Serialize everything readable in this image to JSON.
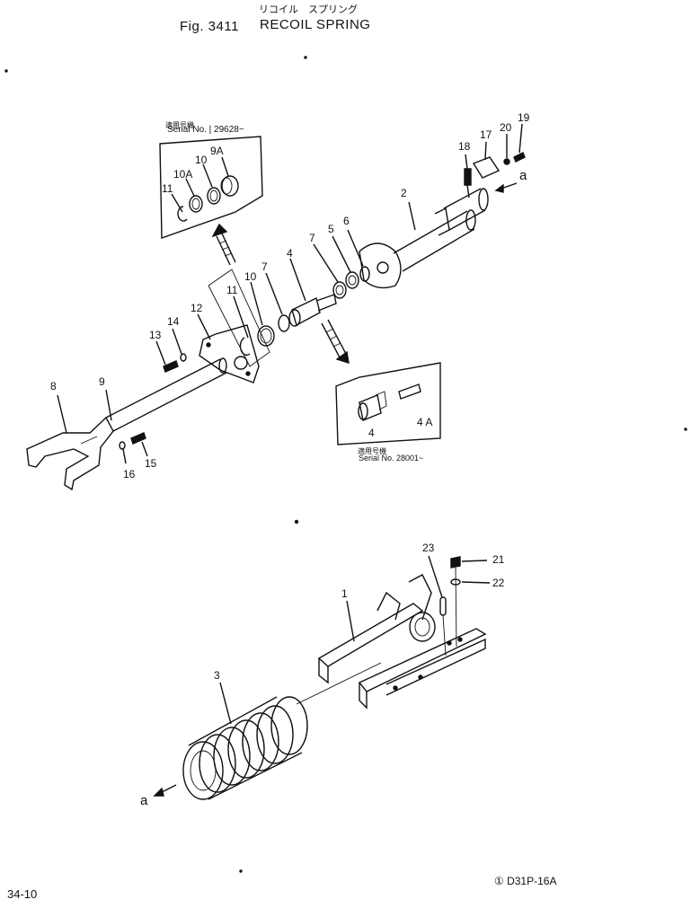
{
  "header": {
    "fig_label": "Fig. 3411",
    "title_jp": "リコイル　スプリング",
    "title_en": "RECOIL  SPRING"
  },
  "insets": {
    "top": {
      "serial_jp": "適用号機",
      "serial_line": "Serial  No. |  29628~"
    },
    "bottom": {
      "serial_jp": "適用号機",
      "serial_line": "Serial  No. 28001~"
    }
  },
  "callouts": {
    "c1": "1",
    "c2": "2",
    "c3": "3",
    "c4": "4",
    "c4_inset": "4",
    "c4a": "4 A",
    "c5": "5",
    "c6": "6",
    "c7": "7",
    "c7b": "7",
    "c8": "8",
    "c9": "9",
    "c9a": "9A",
    "c10": "10",
    "c10b": "10",
    "c10a": "10A",
    "c11": "11",
    "c11b": "11",
    "c12": "12",
    "c13": "13",
    "c14": "14",
    "c15": "15",
    "c16": "16",
    "c17": "17",
    "c18": "18",
    "c19": "19",
    "c20": "20",
    "c21": "21",
    "c22": "22",
    "c23": "23",
    "a_top": "a",
    "a_bottom": "a"
  },
  "footer": {
    "page_number": "34-10",
    "drawing_code": "① D31P-16A"
  }
}
